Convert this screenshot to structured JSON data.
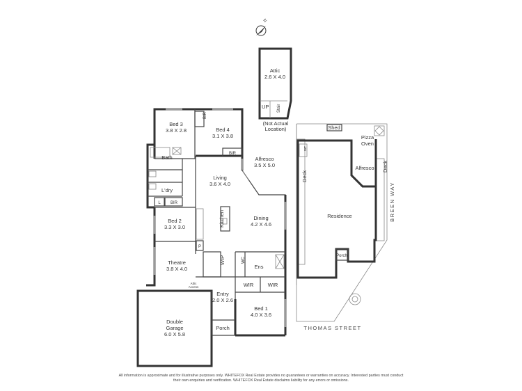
{
  "compass": {
    "letter": "N"
  },
  "attic": {
    "name": "Attic",
    "dims": "2.6 X 4.0",
    "up": "UP",
    "stair": "Stair",
    "note": "(Not Actual Location)"
  },
  "rooms": {
    "bed3": {
      "name": "Bed 3",
      "dims": "3.8 X 2.8"
    },
    "bed4": {
      "name": "Bed 4",
      "dims": "3.1 X 3.8"
    },
    "bir_top": "BIR",
    "bir_mid": "BIR",
    "bath": "Bath",
    "living": {
      "name": "Living",
      "dims": "3.6 X 4.0"
    },
    "alfresco_house": {
      "name": "Alfresco",
      "dims": "3.5 X 5.0"
    },
    "ldry": "L'dry",
    "linen": "L",
    "bir_lower": "BIR",
    "bed2": {
      "name": "Bed 2",
      "dims": "3.3 X 3.0"
    },
    "kitchen": "Kitchen",
    "dining": {
      "name": "Dining",
      "dims": "4.2 X 4.6"
    },
    "pantry": "P",
    "wip": "WIP",
    "wc": "WC",
    "ens": "Ens",
    "theatre": {
      "name": "Theatre",
      "dims": "3.8 X 4.0"
    },
    "attic_access": "Attic Access",
    "wir1": "WIR",
    "wir2": "WIR",
    "entry": {
      "name": "Entry",
      "dims": "2.0 X 2.6"
    },
    "bed1": {
      "name": "Bed 1",
      "dims": "4.0 X 3.6"
    },
    "garage": {
      "name": "Double Garage",
      "dims": "6.0 X 5.8"
    },
    "porch": "Porch"
  },
  "site": {
    "shed": "Shed",
    "pizza_oven": "Pizza Oven",
    "wt": "WT",
    "alfresco": "Alfresco",
    "deck_left": "Deck",
    "deck_right": "Deck",
    "residence": "Residence",
    "porch": "Porch",
    "street_bottom": "THOMAS STREET",
    "street_right": "BREEN WAY"
  },
  "disclaimer": "All information is approximate and for illustrative purposes only. WHITEFOX Real Estate provides no guarantees or warranties on accuracy. Interested parties must conduct their own enquiries and verification. WHITEFOX Real Estate disclaims liability for any errors or omissions."
}
